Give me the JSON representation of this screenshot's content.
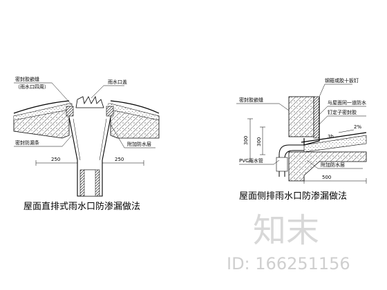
{
  "left_detail": {
    "labels": {
      "sealant": "密封胶嵌缝",
      "sealant_note": "（雨水口四周）",
      "grate": "雨水口盖",
      "sealing_strip": "密封防漏条",
      "extra_waterproof": "附加防水层"
    },
    "dims": {
      "left": "250",
      "right": "250"
    },
    "title": "屋面直排式雨水口防渗漏做法"
  },
  "right_detail": {
    "labels": {
      "sealant": "密封胶嵌缝",
      "steel_strip": "钢箍或胶十扳钉",
      "membrane_note": "与屋面同一道防水",
      "extra_layer": "钉定子密封胶",
      "pvc_outlet": "PVC雨水管",
      "extra_waterproof": "附加防水层"
    },
    "dims": {
      "h1": "300",
      "h2": "300",
      "slope": "2%",
      "small": "3h",
      "base": "500"
    },
    "title": "屋面侧排雨水口防渗漏做法"
  },
  "watermark": {
    "brand": "知末",
    "id": "ID: 166251156"
  }
}
